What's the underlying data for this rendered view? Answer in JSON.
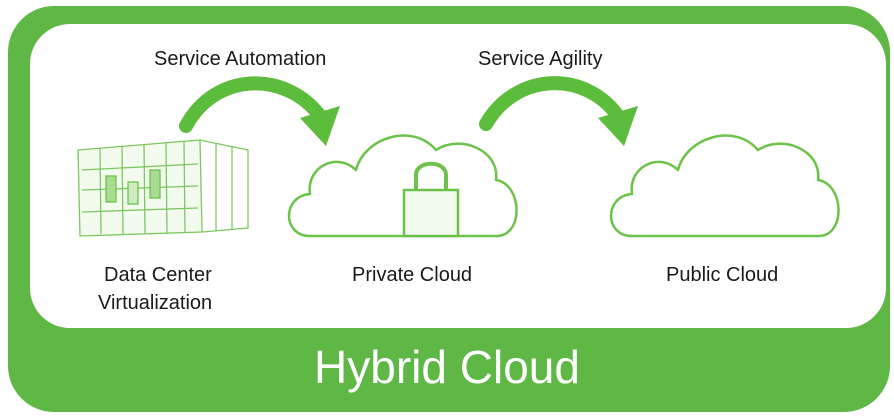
{
  "diagram": {
    "title": "Hybrid Cloud",
    "arrows": [
      {
        "label": "Service Automation",
        "from": "Data Center Virtualization",
        "to": "Private Cloud"
      },
      {
        "label": "Service Agility",
        "from": "Private Cloud",
        "to": "Public Cloud"
      }
    ],
    "nodes": [
      {
        "label_line1": "Data Center",
        "label_line2": "Virtualization",
        "icon": "server-rack-icon"
      },
      {
        "label": "Private Cloud",
        "icon": "cloud-lock-icon"
      },
      {
        "label": "Public Cloud",
        "icon": "cloud-icon"
      }
    ],
    "colors": {
      "frame": "#5fb846",
      "icon_stroke": "#6cc24a",
      "arrow": "#5cbc3c",
      "text": "#1a1a1a"
    }
  }
}
